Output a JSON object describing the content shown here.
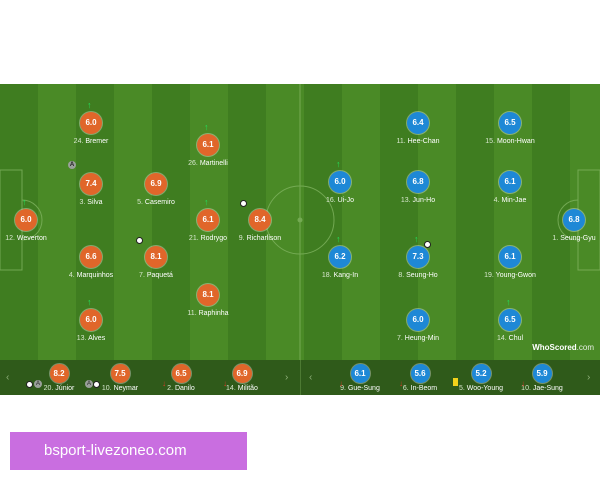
{
  "home_players": [
    {
      "rating": "6.0",
      "num": "24.",
      "name": "Bremer",
      "sub_on": true
    },
    {
      "rating": "7.4",
      "num": "3.",
      "name": "Silva",
      "captain": true
    },
    {
      "rating": "6.6",
      "num": "4.",
      "name": "Marquinhos"
    },
    {
      "rating": "6.0",
      "num": "13.",
      "name": "Alves",
      "sub_on": true
    },
    {
      "rating": "6.0",
      "num": "12.",
      "name": "Weverton",
      "sub_on": true
    },
    {
      "rating": "6.9",
      "num": "5.",
      "name": "Casemiro"
    },
    {
      "rating": "8.1",
      "num": "7.",
      "name": "Paquetá",
      "goal": true
    },
    {
      "rating": "6.1",
      "num": "26.",
      "name": "Martinelli",
      "sub_on": true
    },
    {
      "rating": "6.1",
      "num": "21.",
      "name": "Rodrygo",
      "sub_on": true
    },
    {
      "rating": "8.1",
      "num": "11.",
      "name": "Raphinha"
    },
    {
      "rating": "8.4",
      "num": "9.",
      "name": "Richarlison",
      "goal": true
    }
  ],
  "away_players": [
    {
      "rating": "6.4",
      "num": "11.",
      "name": "Hee-Chan"
    },
    {
      "rating": "6.5",
      "num": "15.",
      "name": "Moon-Hwan"
    },
    {
      "rating": "6.0",
      "num": "16.",
      "name": "Ui-Jo",
      "sub_on": true
    },
    {
      "rating": "6.8",
      "num": "13.",
      "name": "Jun-Ho"
    },
    {
      "rating": "6.1",
      "num": "4.",
      "name": "Min-Jae"
    },
    {
      "rating": "6.8",
      "num": "1.",
      "name": "Seung-Gyu"
    },
    {
      "rating": "6.2",
      "num": "18.",
      "name": "Kang-In",
      "sub_on": true
    },
    {
      "rating": "7.3",
      "num": "8.",
      "name": "Seung-Ho",
      "sub_on": true,
      "goal": true
    },
    {
      "rating": "6.1",
      "num": "19.",
      "name": "Young-Gwon"
    },
    {
      "rating": "6.0",
      "num": "7.",
      "name": "Heung-Min"
    },
    {
      "rating": "6.5",
      "num": "14.",
      "name": "Chul",
      "sub_on": true
    }
  ],
  "home_subs": [
    {
      "rating": "8.2",
      "num": "20.",
      "name": "Júnior"
    },
    {
      "rating": "7.5",
      "num": "10.",
      "name": "Neymar"
    },
    {
      "rating": "6.5",
      "num": "2.",
      "name": "Danilo"
    },
    {
      "rating": "6.9",
      "num": "14.",
      "name": "Militão"
    }
  ],
  "away_subs": [
    {
      "rating": "6.1",
      "num": "9.",
      "name": "Gue-Sung"
    },
    {
      "rating": "5.6",
      "num": "6.",
      "name": "In-Beom"
    },
    {
      "rating": "5.2",
      "num": "5.",
      "name": "Woo-Young"
    },
    {
      "rating": "5.9",
      "num": "10.",
      "name": "Jae-Sung"
    }
  ],
  "logo": {
    "brand": "WhoScored",
    "suffix": ".com"
  },
  "banner_text": "bsport-livezoneo.com",
  "colors": {
    "home": "#e0662a",
    "away": "#1e88d6",
    "pitch": "#3f7d20",
    "banner": "#c96ee0"
  }
}
